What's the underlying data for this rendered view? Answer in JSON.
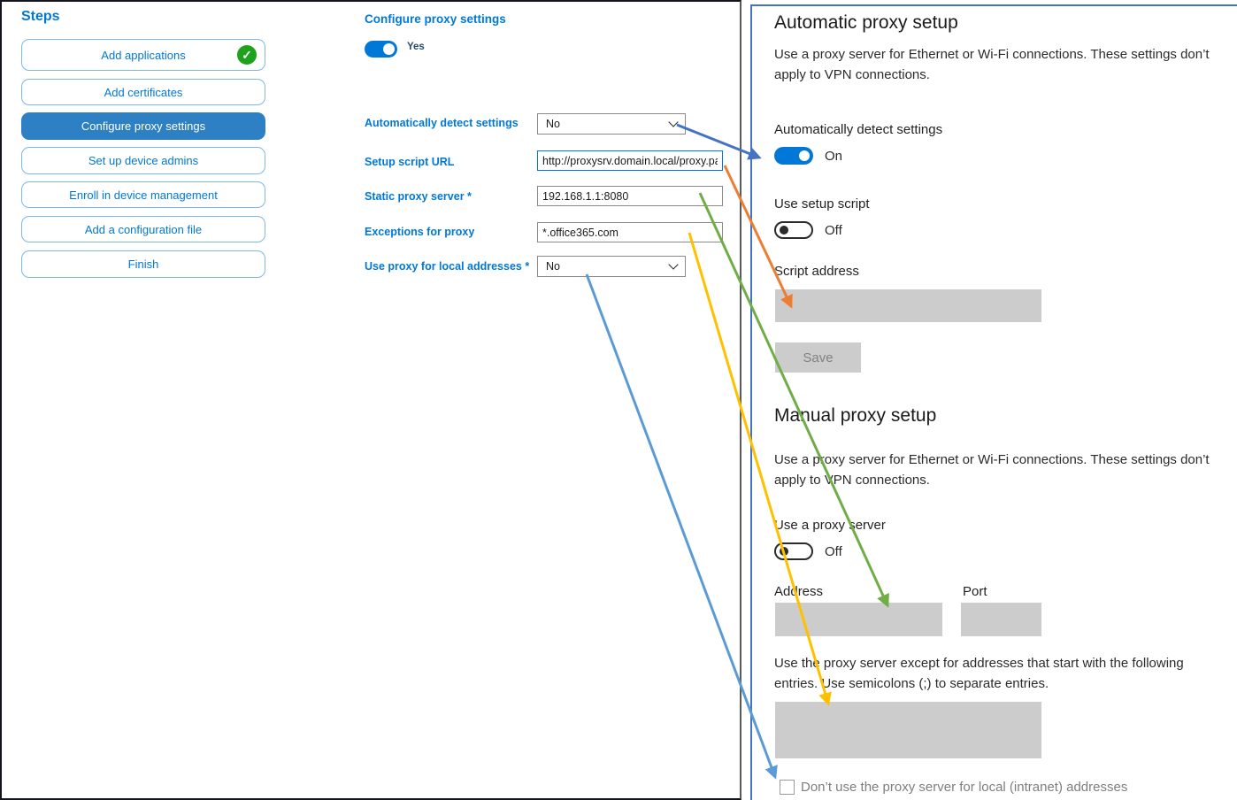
{
  "steps": {
    "title": "Steps",
    "items": [
      {
        "label": "Add applications"
      },
      {
        "label": "Add certificates"
      },
      {
        "label": "Configure proxy settings"
      },
      {
        "label": "Set up device admins"
      },
      {
        "label": "Enroll in device management"
      },
      {
        "label": "Add a configuration file"
      },
      {
        "label": "Finish"
      }
    ],
    "completed_check": "✓"
  },
  "form": {
    "title": "Configure proxy settings",
    "enabled_state": "Yes",
    "fields": {
      "detect": {
        "label": "Automatically detect settings",
        "value": "No"
      },
      "script_url": {
        "label": "Setup script URL",
        "value": "http://proxysrv.domain.local/proxy.pa"
      },
      "static_proxy": {
        "label": "Static proxy server *",
        "value": "192.168.1.1:8080"
      },
      "exceptions": {
        "label": "Exceptions for proxy",
        "value": "*.office365.com"
      },
      "local": {
        "label": "Use proxy for local addresses *",
        "value": "No"
      }
    }
  },
  "settings": {
    "automatic": {
      "heading": "Automatic proxy setup",
      "description": "Use a proxy server for Ethernet or Wi-Fi connections. These settings don’t apply to VPN connections.",
      "detect_label": "Automatically detect settings",
      "detect_state": "On",
      "use_script_label": "Use setup script",
      "use_script_state": "Off",
      "script_address_label": "Script address",
      "save_button": "Save"
    },
    "manual": {
      "heading": "Manual proxy setup",
      "description": "Use a proxy server for Ethernet or Wi-Fi connections. These settings don’t apply to VPN connections.",
      "use_proxy_label": "Use a proxy server",
      "use_proxy_state": "Off",
      "address_label": "Address",
      "port_label": "Port",
      "exceptions_hint": "Use the proxy server except for addresses that start with the following entries. Use semicolons (;) to separate entries.",
      "intranet_checkbox_label": "Don’t use the proxy server for local (intranet) addresses"
    }
  },
  "colors": {
    "accent_blue": "#0078d7",
    "selected_step_bg": "#2e80c4",
    "panel_border_blue": "#4472c4",
    "check_green": "#1da21d",
    "disabled_gray": "#cccccc",
    "arrow_blue": "#4472c4",
    "arrow_orange": "#ed7d31",
    "arrow_green": "#70ad47",
    "arrow_yellow": "#ffc000",
    "arrow_lightblue": "#5b9bd5"
  }
}
